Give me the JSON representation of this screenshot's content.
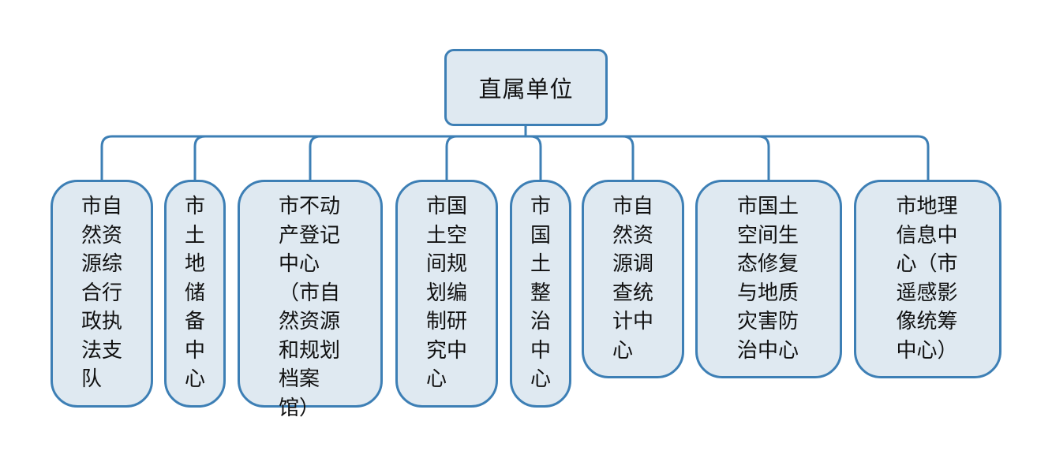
{
  "diagram": {
    "root": {
      "label": "直属单位"
    },
    "units": [
      {
        "label": "市自然资源综合行政执法支队"
      },
      {
        "label": "市土地储备中心"
      },
      {
        "label": "市不动产登记中心（市自然资源和规划档案馆）"
      },
      {
        "label": "市国土空间规划编制研究中心"
      },
      {
        "label": "市国土整治中心"
      },
      {
        "label": "市自然资源调查统计中心"
      },
      {
        "label": "市国土空间生态修复与地质灾害防治中心"
      },
      {
        "label": "市地理信息中心（市遥感影像统筹中心）"
      }
    ]
  },
  "colors": {
    "box_fill": "#dfe9f1",
    "box_border": "#3d7fb5",
    "connector": "#3d7fb5",
    "text": "#111111",
    "background": "#ffffff"
  }
}
